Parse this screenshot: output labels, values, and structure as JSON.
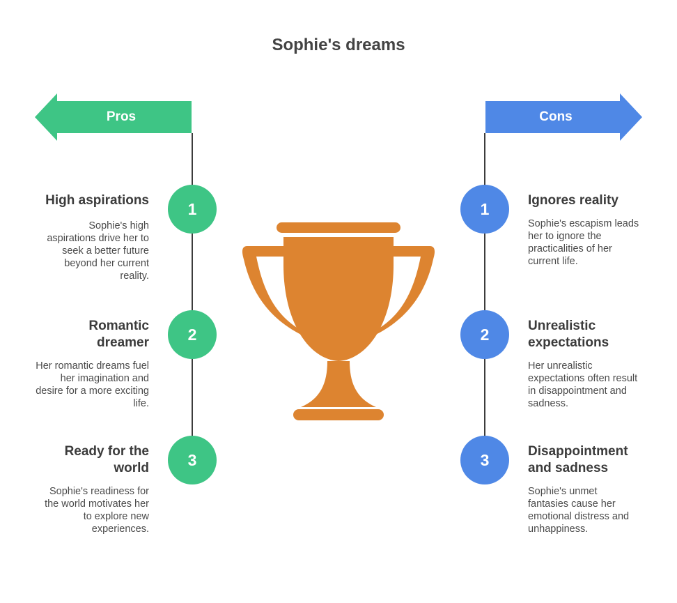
{
  "title": "Sophie's dreams",
  "pros": {
    "label": "Pros",
    "color": "#3ec585",
    "items": [
      {
        "number": "1",
        "title": "High aspirations",
        "desc": "Sophie's high aspirations drive her to seek a better future beyond her current reality."
      },
      {
        "number": "2",
        "title": "Romantic dreamer",
        "desc": "Her romantic dreams fuel her imagination and desire for a more exciting life."
      },
      {
        "number": "3",
        "title": "Ready for the world",
        "desc": "Sophie's readiness for the world motivates her to explore new experiences."
      }
    ]
  },
  "cons": {
    "label": "Cons",
    "color": "#4f88e6",
    "items": [
      {
        "number": "1",
        "title": "Ignores reality",
        "desc": "Sophie's escapism leads her to ignore the practicalities of her current life."
      },
      {
        "number": "2",
        "title": "Unrealistic expectations",
        "desc": "Her unrealistic expectations often result in disappointment and sadness."
      },
      {
        "number": "3",
        "title": "Disappointment and sadness",
        "desc": "Sophie's unmet fantasies cause her emotional distress and unhappiness."
      }
    ]
  },
  "trophy_icon": "trophy-icon",
  "trophy_color": "#dd8430"
}
